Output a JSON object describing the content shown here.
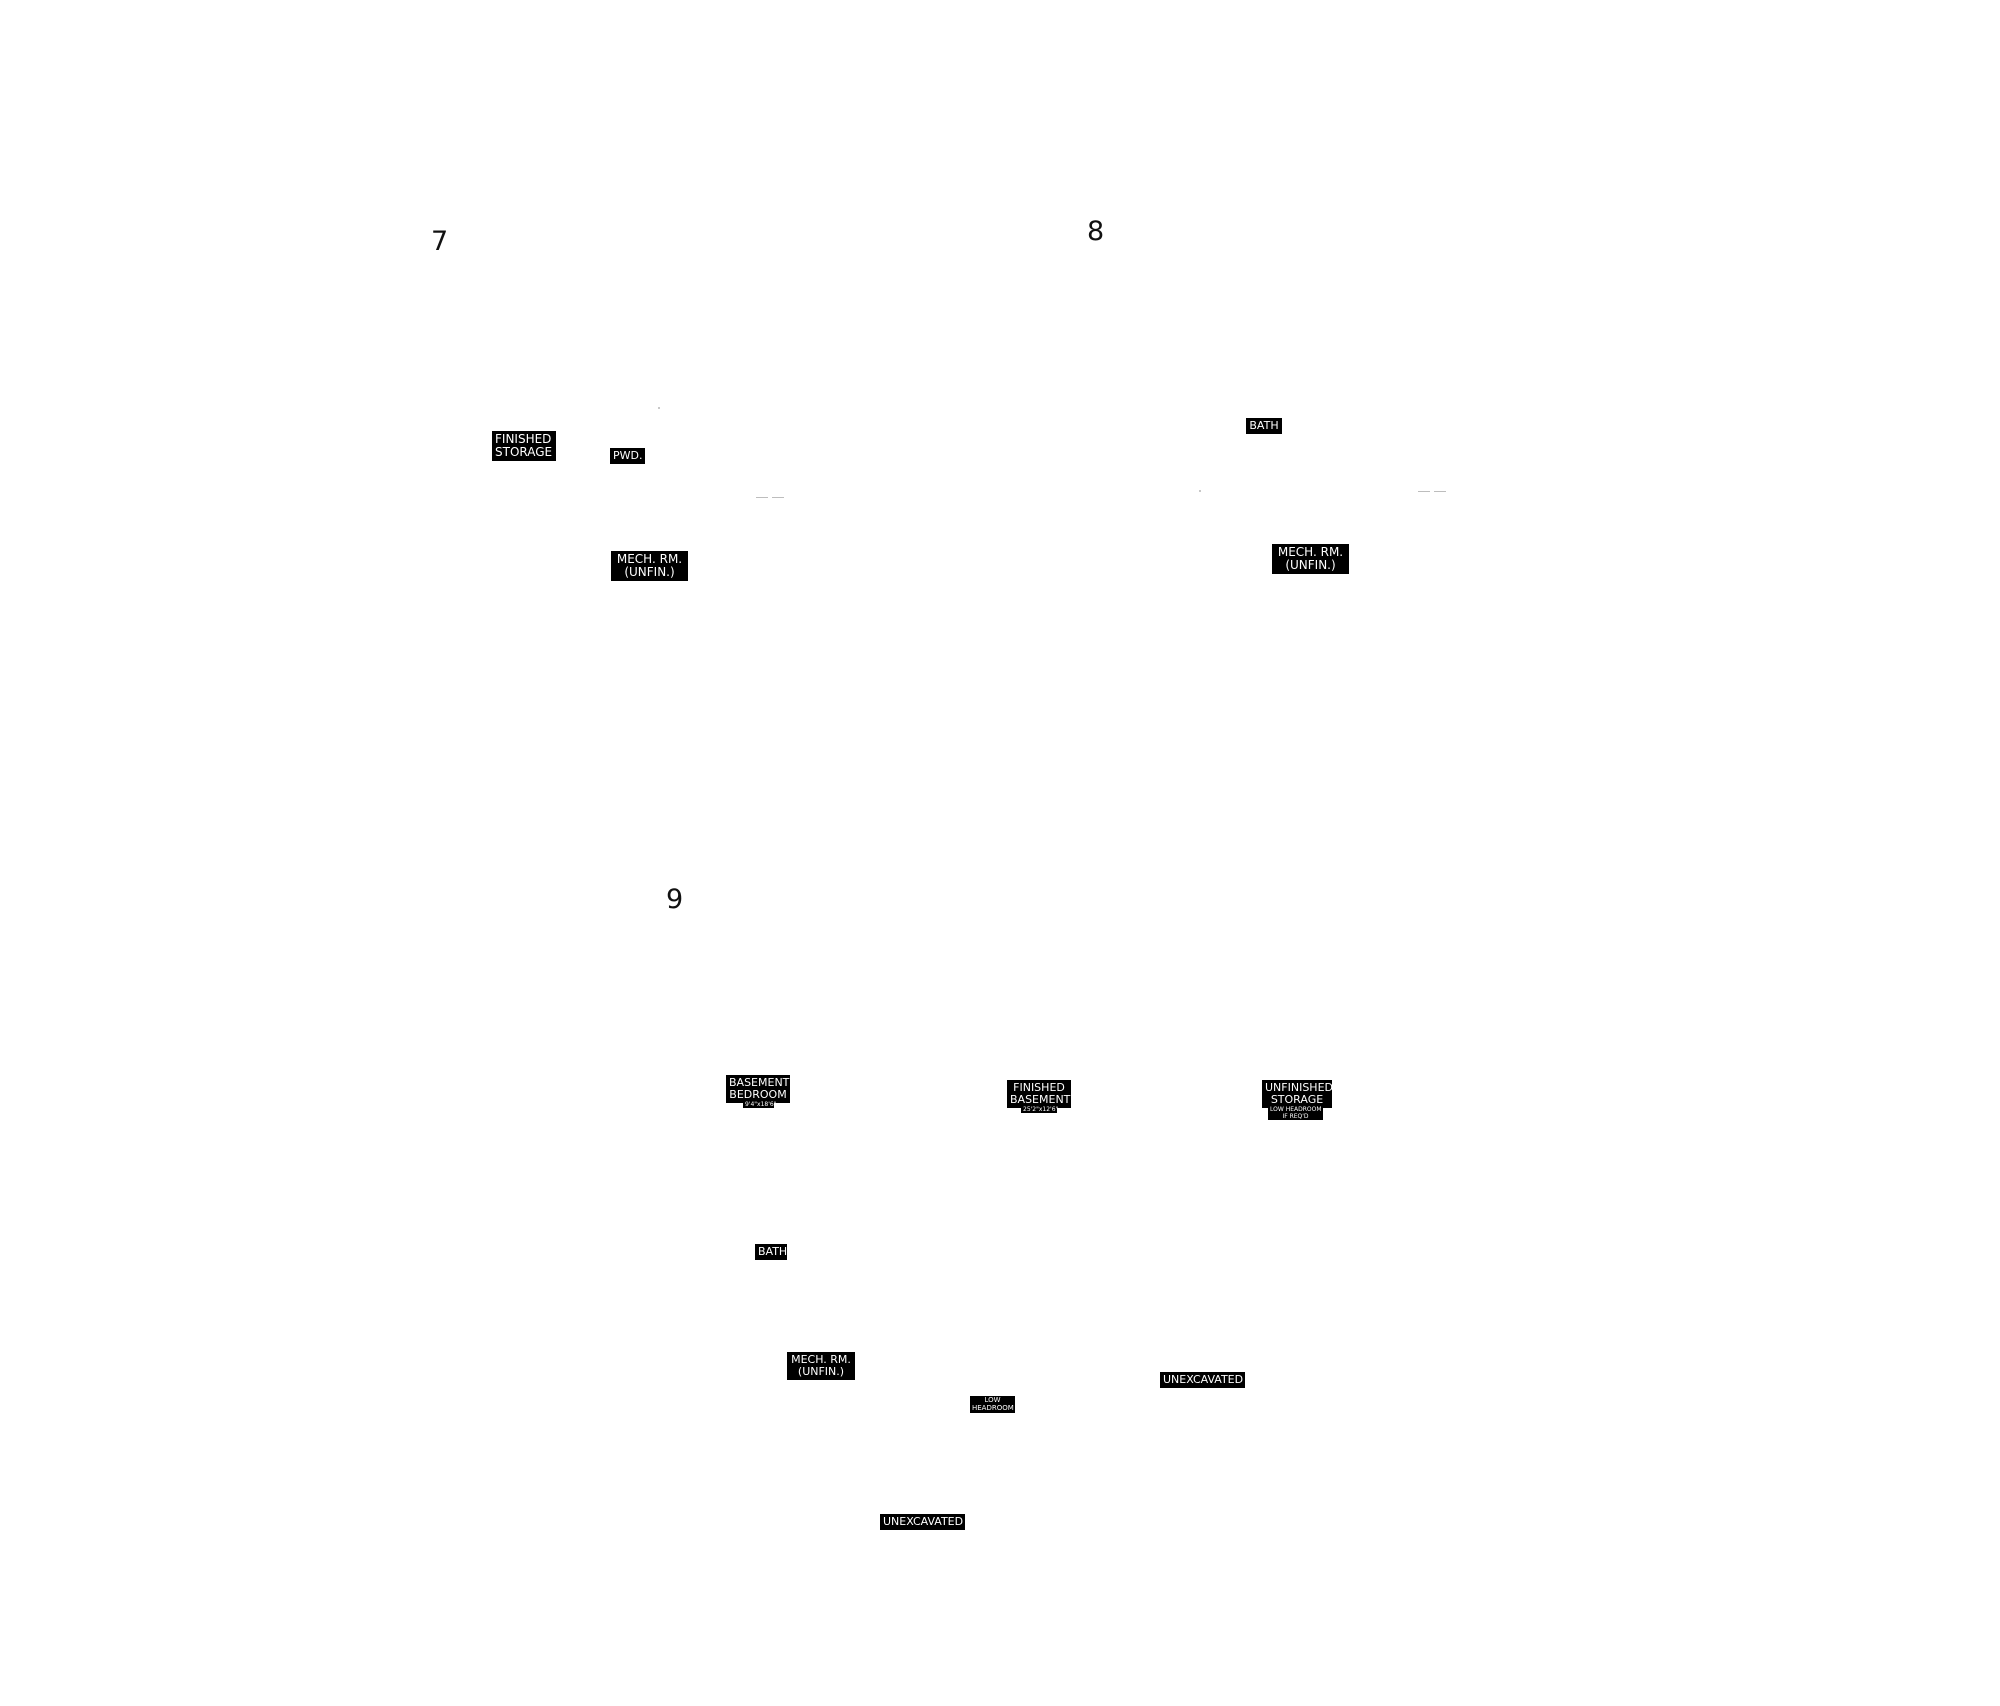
{
  "plans": [
    {
      "number": "7",
      "labels": [
        {
          "lines": [
            "FINISHED",
            "STORAGE"
          ]
        },
        {
          "lines": [
            "PWD."
          ]
        },
        {
          "lines": [
            "MECH. RM.",
            "(UNFIN.)"
          ]
        }
      ]
    },
    {
      "number": "8",
      "labels": [
        {
          "lines": [
            "BATH"
          ]
        },
        {
          "lines": [
            "MECH. RM.",
            "(UNFIN.)"
          ]
        }
      ]
    },
    {
      "number": "9",
      "labels": [
        {
          "lines": [
            "BASEMENT",
            "BEDROOM"
          ],
          "sub": [
            "9'4\"x18'6\""
          ]
        },
        {
          "lines": [
            "FINISHED",
            "BASEMENT"
          ],
          "sub": [
            "25'2\"x12'6\""
          ]
        },
        {
          "lines": [
            "UNFINISHED",
            "STORAGE"
          ],
          "sub": [
            "LOW HEADROOM",
            "IF REQ'D"
          ]
        },
        {
          "lines": [
            "BATH"
          ]
        },
        {
          "lines": [
            "MECH. RM.",
            "(UNFIN.)"
          ]
        },
        {
          "lines": [
            "LOW",
            "HEADROOM"
          ]
        },
        {
          "lines": [
            "UNEXCAVATED"
          ]
        },
        {
          "lines": [
            "UNEXCAVATED"
          ]
        }
      ]
    }
  ]
}
